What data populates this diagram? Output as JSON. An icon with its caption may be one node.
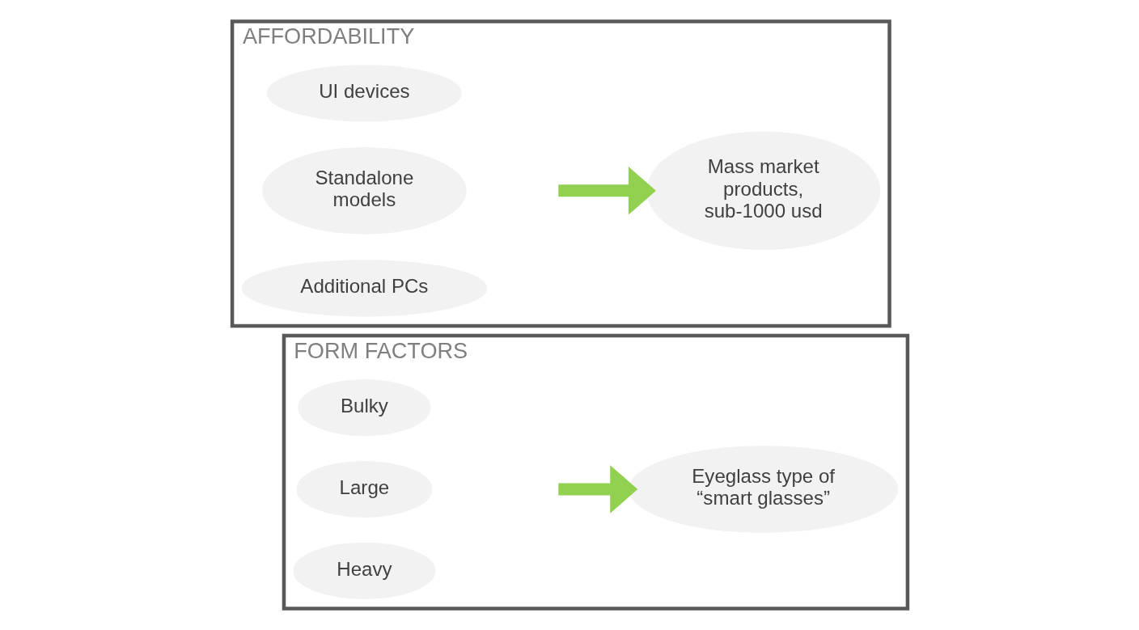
{
  "diagram": {
    "nodes": [
      {
        "text": [
          "AFFORDABILITY"
        ]
      },
      {
        "text": [
          "UI devices"
        ],
        "in": 0
      },
      {
        "text": [
          "Standalone models"
        ],
        "in": 0
      },
      {
        "text": [
          "Additional PCs"
        ],
        "in": 0
      },
      {
        "text": [
          "Mass market products, sub-1000 usd"
        ],
        "in": 0
      },
      {
        "text": [
          "FORM FACTORS"
        ]
      },
      {
        "text": [
          "Bulky"
        ],
        "in": 5
      },
      {
        "text": [
          "Large"
        ],
        "in": 5
      },
      {
        "text": [
          "Heavy"
        ],
        "in": 5
      },
      {
        "text": [
          "Eyeglass type of “smart glasses”"
        ],
        "in": 5
      }
    ],
    "edges": [
      {
        "from": null,
        "to": 4,
        "arrow": "to",
        "color": "#92d050"
      },
      {
        "from": null,
        "to": 9,
        "arrow": "to",
        "color": "#92d050"
      }
    ]
  }
}
